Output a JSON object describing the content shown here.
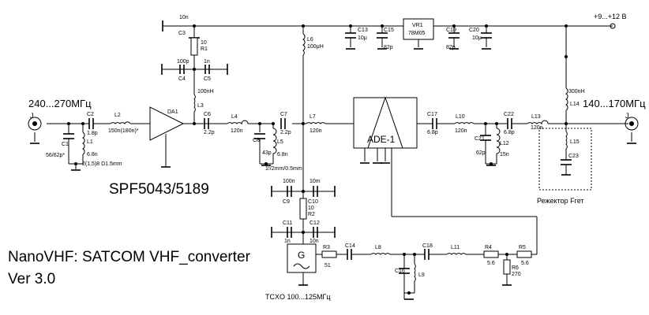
{
  "supply": "+9...+12 B",
  "in_band": "240...270МГц",
  "out_band": "140...170МГц",
  "amp_part": "SPF5043/5189",
  "project": "NanoVHF: SATCOM VHF_converter",
  "version": "Ver 3.0",
  "tcxo_label": "TCXO 100...125МГц",
  "notch_label": "Режектор Fгет",
  "mixer": "ADE-1",
  "amp_ref": "DA1",
  "osc_glyph": "G",
  "input_conn": "J",
  "output_conn": "J",
  "parts": {
    "c1": "C1",
    "c1v": "56/62p*",
    "l1": "L1",
    "l1v": "6.8n",
    "l1n": "2(1,5)8 D1.5mm",
    "c2": "C2",
    "c2v": "1.8p",
    "l2": "L2",
    "l2v": "150n(180n)*",
    "c3": "C3",
    "c3v": "10n",
    "r1": "R1",
    "r1v": "10",
    "c4": "C4",
    "c4v": "100p",
    "c5": "C5",
    "c5v": "1n",
    "l3": "L3",
    "l3v": "100nH",
    "c6": "C6",
    "c6v": "2.2p",
    "l4": "L4",
    "l4v": "120n",
    "c8": "C8",
    "c8v": "43p",
    "l5": "L5",
    "l5v": "6.8n",
    "l5n": "1!/2mm/0.5mm",
    "c7": "C7",
    "c7v": "2.2p",
    "l6": "L6",
    "l6v": "100μH",
    "l7": "L7",
    "l7v": "120n",
    "c13": "C13",
    "c13v": "10μ",
    "c15": "C15",
    "c15v": "82p",
    "vr1": "VR1",
    "vr1v": "78M05",
    "c19": "C19",
    "c19v": "82p",
    "c20": "C20",
    "c20v": "10μ",
    "c17": "C17",
    "c17v": "6.8p",
    "l10": "L10",
    "l10v": "120n",
    "c21": "C21",
    "c21v": "62p",
    "l12": "L12",
    "l12v": "15n",
    "c22": "C22",
    "c22v": "6.8p",
    "l13": "L13",
    "l13v": "120n",
    "l14": "L14",
    "l14v": "300nH",
    "l15": "L15",
    "c23": "C23",
    "c9": "C9",
    "c9v": "100n",
    "c10": "C10",
    "c10v": "10m",
    "r2": "R2",
    "r2v": "10",
    "c11": "C11",
    "c11v": "1n",
    "c12": "C12",
    "c12v": "10n",
    "r3": "R3",
    "r3v": "51",
    "c14": "C14",
    "l8": "L8",
    "c16": "C16",
    "l9": "L9",
    "c18": "C18",
    "l11": "L11",
    "r4": "R4",
    "r4v": "5.6",
    "r5": "R5",
    "r5v": "5.6",
    "r6": "R6",
    "r6v": "270"
  }
}
